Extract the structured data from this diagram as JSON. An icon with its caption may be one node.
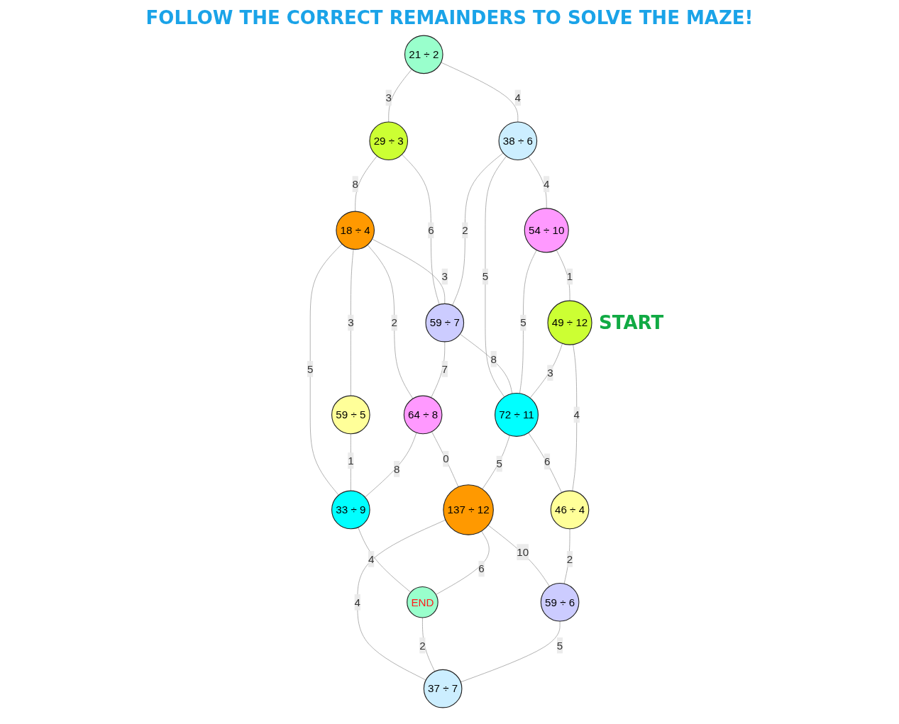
{
  "diagram": {
    "title": "FOLLOW THE CORRECT REMAINDERS TO SOLVE THE MAZE!",
    "nodes": [
      {
        "text": [
          "21 ÷ 2"
        ]
      },
      {
        "text": [
          "29 ÷ 3"
        ]
      },
      {
        "text": [
          "18 ÷ 4"
        ]
      },
      {
        "text": [
          "59 ÷ 5"
        ]
      },
      {
        "text": [
          "38 ÷ 6"
        ]
      },
      {
        "text": [
          "59 ÷ 7"
        ]
      },
      {
        "text": [
          "64 ÷ 8"
        ]
      },
      {
        "text": [
          "33 ÷ 9"
        ]
      },
      {
        "text": [
          "54 ÷ 10"
        ]
      },
      {
        "text": [
          "72 ÷ 11"
        ]
      },
      {
        "text": [
          "137 ÷ 12"
        ]
      },
      {
        "text": [
          "END"
        ]
      },
      {
        "text": [
          "49 ÷ 12"
        ],
        "beside": [
          "START"
        ]
      },
      {
        "text": [
          "46 ÷ 4"
        ]
      },
      {
        "text": [
          "59 ÷ 6"
        ]
      },
      {
        "text": [
          "37 ÷ 7"
        ]
      }
    ],
    "edges": [
      {
        "from": 0,
        "to": 1,
        "arrow": "none",
        "label": "3"
      },
      {
        "from": 1,
        "to": 2,
        "arrow": "none",
        "label": "8"
      },
      {
        "from": 2,
        "to": 3,
        "arrow": "none",
        "label": "3"
      },
      {
        "from": 0,
        "to": 4,
        "arrow": "none",
        "label": "4"
      },
      {
        "from": 1,
        "to": 5,
        "arrow": "none",
        "label": "6"
      },
      {
        "from": 2,
        "to": 5,
        "arrow": "none",
        "label": "3"
      },
      {
        "from": 2,
        "to": 6,
        "arrow": "none",
        "label": "2"
      },
      {
        "from": 2,
        "to": 7,
        "arrow": "none",
        "label": "5"
      },
      {
        "from": 3,
        "to": 7,
        "arrow": "none",
        "label": "1"
      },
      {
        "from": 4,
        "to": 5,
        "arrow": "none",
        "label": "2"
      },
      {
        "from": 5,
        "to": 6,
        "arrow": "none",
        "label": "7"
      },
      {
        "from": 6,
        "to": 7,
        "arrow": "none",
        "label": "8"
      },
      {
        "from": 4,
        "to": 8,
        "arrow": "none",
        "label": "4"
      },
      {
        "from": 4,
        "to": 9,
        "arrow": "none",
        "label": "5"
      },
      {
        "from": 5,
        "to": 9,
        "arrow": "none",
        "label": "8"
      },
      {
        "from": 6,
        "to": 10,
        "arrow": "none",
        "label": "0"
      },
      {
        "from": 7,
        "to": 11,
        "arrow": "none",
        "label": "4"
      },
      {
        "from": 8,
        "to": 9,
        "arrow": "none",
        "label": "5"
      },
      {
        "from": 9,
        "to": 10,
        "arrow": "none",
        "label": "5"
      },
      {
        "from": 10,
        "to": 11,
        "arrow": "none",
        "label": "6"
      },
      {
        "from": 8,
        "to": 12,
        "arrow": "none",
        "label": "1"
      },
      {
        "from": 12,
        "to": 9,
        "arrow": "none",
        "label": "3"
      },
      {
        "from": 9,
        "to": 13,
        "arrow": "none",
        "label": "6"
      },
      {
        "from": 10,
        "to": 14,
        "arrow": "none",
        "label": "10"
      },
      {
        "from": 10,
        "to": 15,
        "arrow": "none",
        "label": "4"
      },
      {
        "from": 11,
        "to": 15,
        "arrow": "none",
        "label": "2"
      },
      {
        "from": 12,
        "to": 13,
        "arrow": "none",
        "label": "4"
      },
      {
        "from": 13,
        "to": 14,
        "arrow": "none",
        "label": "2"
      },
      {
        "from": 14,
        "to": 15,
        "arrow": "none",
        "label": "5"
      }
    ]
  }
}
